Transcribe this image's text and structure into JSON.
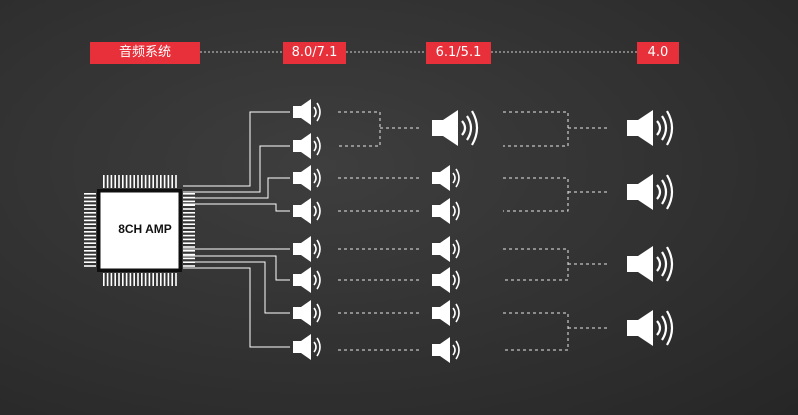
{
  "header": {
    "system_label": "音频系统",
    "configs": [
      "8.0/7.1",
      "6.1/5.1",
      "4.0"
    ]
  },
  "amp": {
    "label": "8CH AMP"
  },
  "layout_groups": {
    "col1_speakers": 8,
    "col2_speakers": 7,
    "col3_speakers": 4
  },
  "colors": {
    "accent": "#e8303a",
    "line": "#ffffff",
    "background": "#333333"
  },
  "icons": [
    "speaker-icon",
    "chip-icon"
  ]
}
